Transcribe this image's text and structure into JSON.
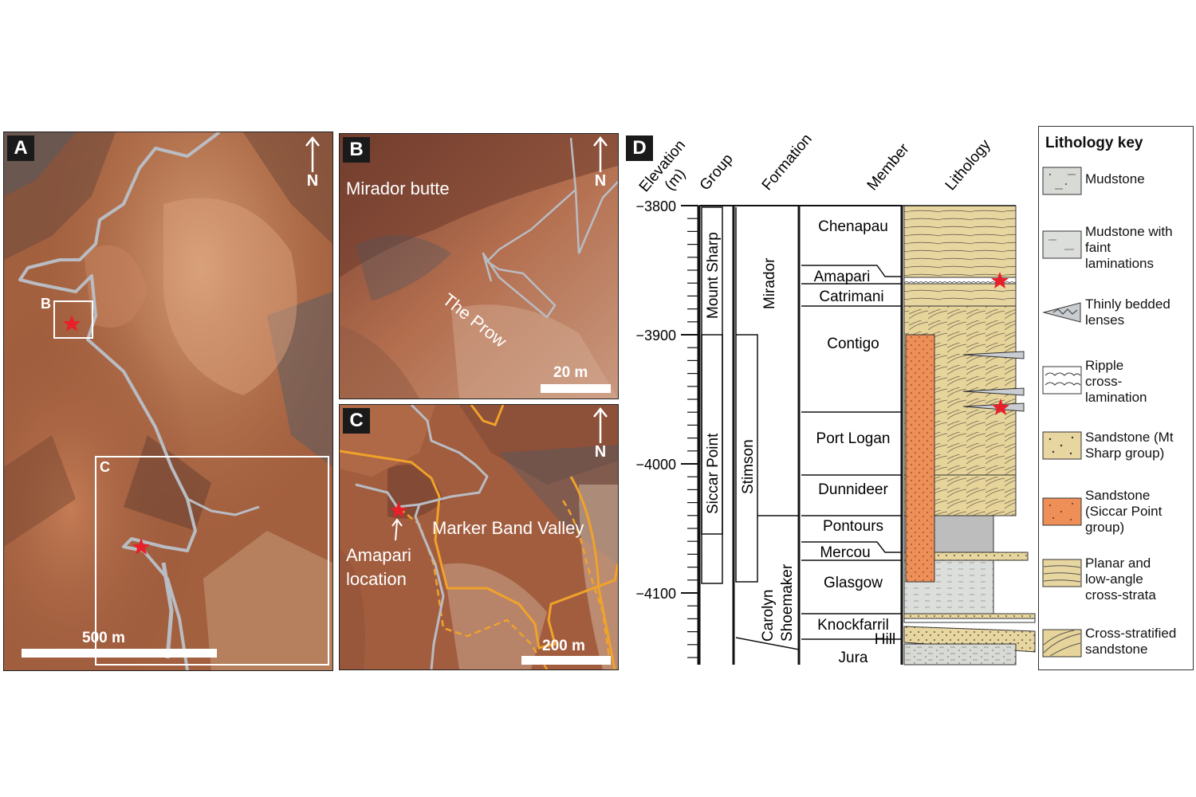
{
  "panels": {
    "a": {
      "label": "A",
      "north": "N",
      "scale": "500 m",
      "inset_b": "B",
      "inset_c": "C"
    },
    "b": {
      "label": "B",
      "north": "N",
      "scale": "20 m",
      "butte": "Mirador butte",
      "prow": "The Prow"
    },
    "c": {
      "label": "C",
      "north": "N",
      "scale": "200 m",
      "valley": "Marker Band Valley",
      "location_line1": "Amapari",
      "location_line2": "location"
    }
  },
  "section": {
    "label": "D",
    "headers": {
      "elevation_line1": "Elevation",
      "elevation_line2": "(m)",
      "group": "Group",
      "formation": "Formation",
      "member": "Member",
      "lithology": "Lithology"
    },
    "elevation_ticks": [
      "−3800",
      "−3900",
      "−4000",
      "−4100"
    ],
    "groups": [
      "Mount Sharp",
      "Siccar Point"
    ],
    "formations": [
      "Mirador",
      "Stimson",
      "Carolyn",
      "Shoemaker"
    ],
    "members": [
      "Chenapau",
      "Amapari",
      "Catrimani",
      "Contigo",
      "Port Logan",
      "Dunnideer",
      "Pontours",
      "Mercou",
      "Glasgow",
      "Knockfarril",
      "Hill",
      "Jura"
    ]
  },
  "lithology_key": {
    "title": "Lithology key",
    "items": [
      {
        "lines": [
          "Mudstone"
        ]
      },
      {
        "lines": [
          "Mudstone with",
          "faint",
          "laminations"
        ]
      },
      {
        "lines": [
          "Thinly bedded",
          "lenses"
        ]
      },
      {
        "lines": [
          "Ripple",
          "cross-",
          "lamination"
        ]
      },
      {
        "lines": [
          "Sandstone (Mt",
          "Sharp group)"
        ]
      },
      {
        "lines": [
          "Sandstone",
          "(Siccar Point",
          "group)"
        ]
      },
      {
        "lines": [
          "Planar and",
          "low-angle",
          "cross-strata"
        ]
      },
      {
        "lines": [
          "Cross-stratified",
          "sandstone"
        ]
      }
    ]
  },
  "colors": {
    "terrain": "#a0603e",
    "traverse": "#b9bcc3",
    "contact": "#f0a22a",
    "star": "#e8202a",
    "sandstone_siccar": "#ef8f58",
    "sandstone_mtsharp": "#e8d6a0",
    "cross_strat": "#e6d49a",
    "mudstone": "#d8dad6",
    "dark_mud": "#bdbdbd"
  }
}
